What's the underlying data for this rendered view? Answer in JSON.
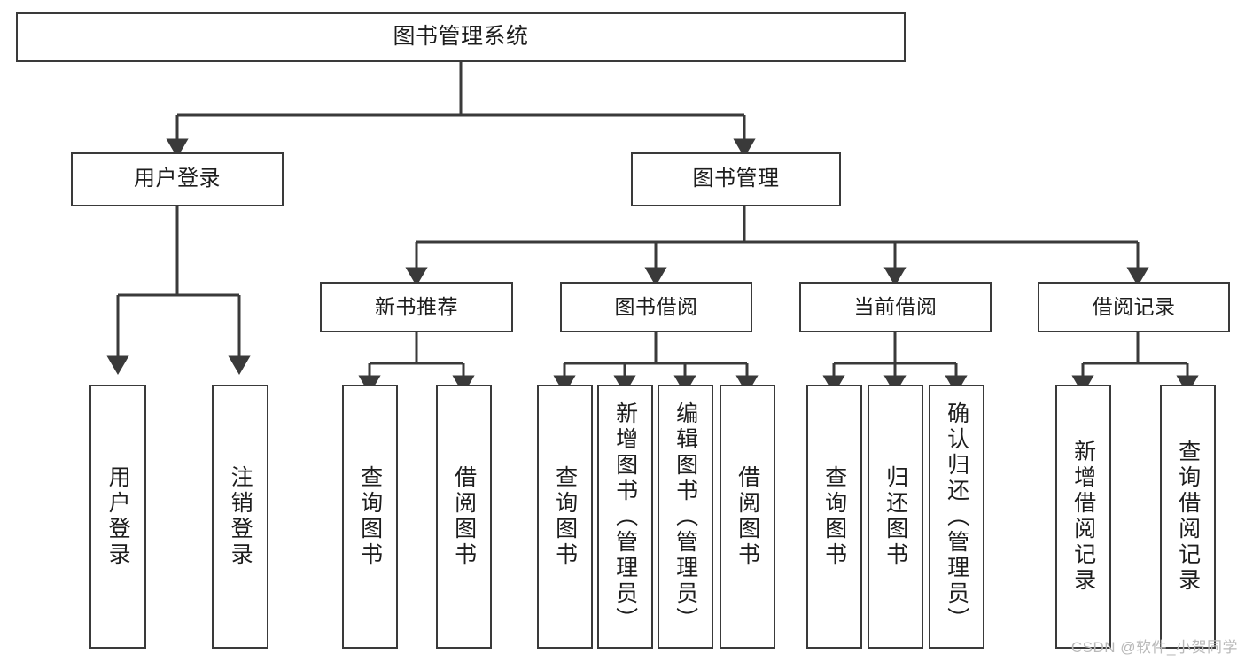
{
  "diagram": {
    "title": "图书管理系统",
    "type": "tree-hierarchy-chart",
    "colors": {
      "border": "#3a3a3a",
      "text": "#1d1d1d",
      "background": "#ffffff",
      "watermark": "#b9b9b9"
    },
    "root": {
      "label": "图书管理系统"
    },
    "level1": [
      {
        "label": "用户登录"
      },
      {
        "label": "图书管理"
      }
    ],
    "level2": [
      {
        "label": "新书推荐"
      },
      {
        "label": "图书借阅"
      },
      {
        "label": "当前借阅"
      },
      {
        "label": "借阅记录"
      }
    ],
    "leaves": {
      "user_login": [
        {
          "label": "用户登录"
        },
        {
          "label": "注销登录"
        }
      ],
      "new_book_recommend": [
        {
          "label": "查询图书"
        },
        {
          "label": "借阅图书"
        }
      ],
      "book_borrow": [
        {
          "label": "查询图书"
        },
        {
          "label": "新增图书（管理员）"
        },
        {
          "label": "编辑图书（管理员）"
        },
        {
          "label": "借阅图书"
        }
      ],
      "current_borrow": [
        {
          "label": "查询图书"
        },
        {
          "label": "归还图书"
        },
        {
          "label": "确认归还（管理员）"
        }
      ],
      "borrow_record": [
        {
          "label": "新增借阅记录"
        },
        {
          "label": "查询借阅记录"
        }
      ]
    }
  },
  "watermark": {
    "text": "CSDN @软件_小贺同学"
  }
}
